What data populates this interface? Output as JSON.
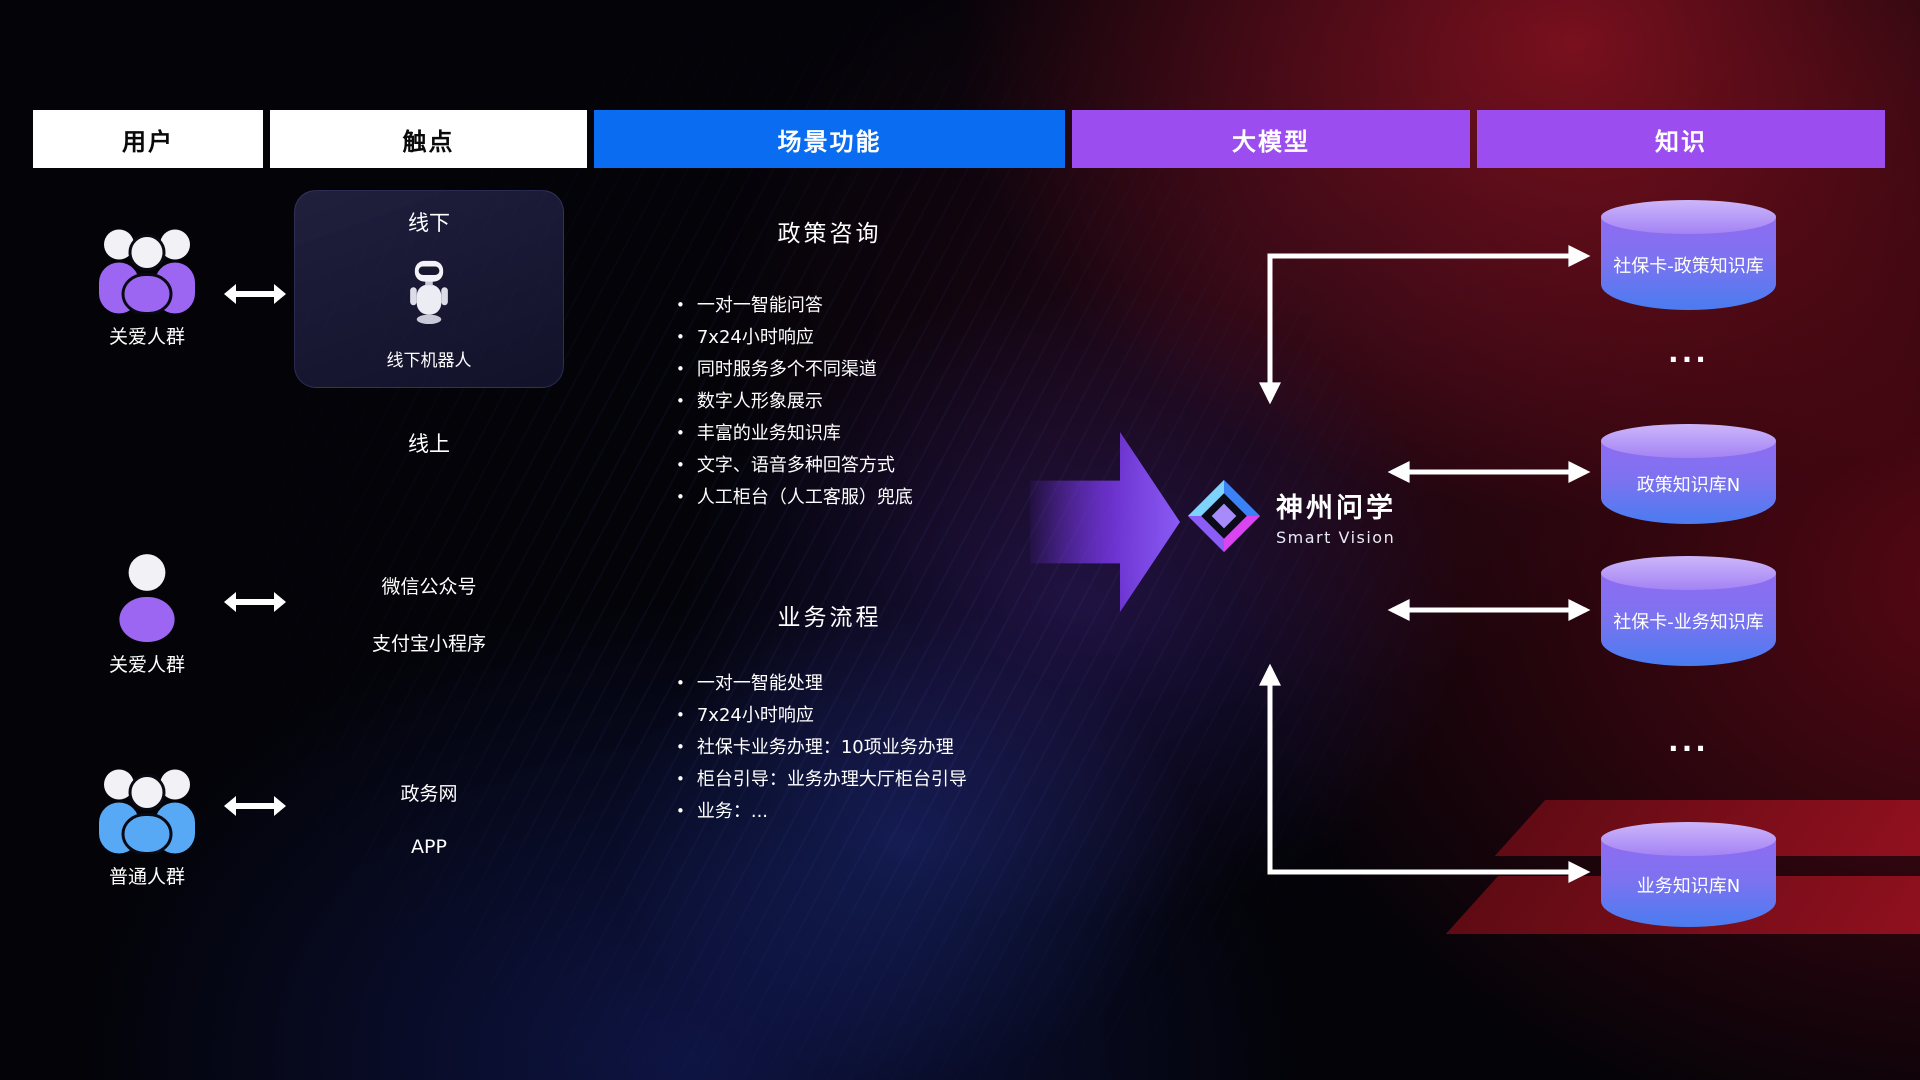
{
  "header": {
    "columns": [
      {
        "label": "用户",
        "bg": "#ffffff",
        "text": "#0a0a0a"
      },
      {
        "label": "触点",
        "bg": "#ffffff",
        "text": "#0a0a0a"
      },
      {
        "label": "场景功能",
        "bg": "#0a6cf0",
        "text": "#ffffff"
      },
      {
        "label": "大模型",
        "bg": "#9b4df0",
        "text": "#ffffff"
      },
      {
        "label": "知识",
        "bg": "#9b4df0",
        "text": "#ffffff"
      }
    ]
  },
  "users": [
    {
      "label": "关爱人群",
      "icon": "group-users-icon",
      "color": "#9d66f2"
    },
    {
      "label": "关爱人群",
      "icon": "single-user-icon",
      "color": "#9d66f2"
    },
    {
      "label": "普通人群",
      "icon": "group-users-icon",
      "color": "#57a8f5"
    }
  ],
  "touchpoints": {
    "offline_title": "线下",
    "robot_label": "线下机器人",
    "online_title": "线上",
    "channels": [
      "微信公众号",
      "支付宝小程序",
      "政务网",
      "APP"
    ]
  },
  "scenarios": [
    {
      "title": "政策咨询",
      "bullets": [
        "一对一智能问答",
        "7x24小时响应",
        "同时服务多个不同渠道",
        "数字人形象展示",
        "丰富的业务知识库",
        "文字、语音多种回答方式",
        "人工柜台（人工客服）兜底"
      ]
    },
    {
      "title": "业务流程",
      "bullets": [
        "一对一智能处理",
        "7x24小时响应",
        "社保卡业务办理：10项业务办理",
        "柜台引导：业务办理大厅柜台引导",
        "业务：..."
      ]
    }
  ],
  "model": {
    "name": "神州问学",
    "subtitle": "Smart Vision"
  },
  "knowledge": {
    "databases": [
      {
        "label": "社保卡-政策知识库"
      },
      {
        "label": "政策知识库N"
      },
      {
        "label": "社保卡-业务知识库"
      },
      {
        "label": "业务知识库N"
      }
    ],
    "ellipsis_top": "...",
    "ellipsis_bottom": "..."
  },
  "colors": {
    "scene_header_bg": "#0a6cf0",
    "model_header_bg": "#9b4df0",
    "knowledge_header_bg": "#9b4df0",
    "user_icon_purple": "#9d66f2",
    "user_icon_blue": "#57a8f5",
    "db_top": "#cdb6fa",
    "db_bottom": "#4a7cf0",
    "flow_arrow": "#8b5cf6",
    "connection_arrow": "#ffffff",
    "background_red": "#a40f1e",
    "background_blue": "#283cc8"
  }
}
